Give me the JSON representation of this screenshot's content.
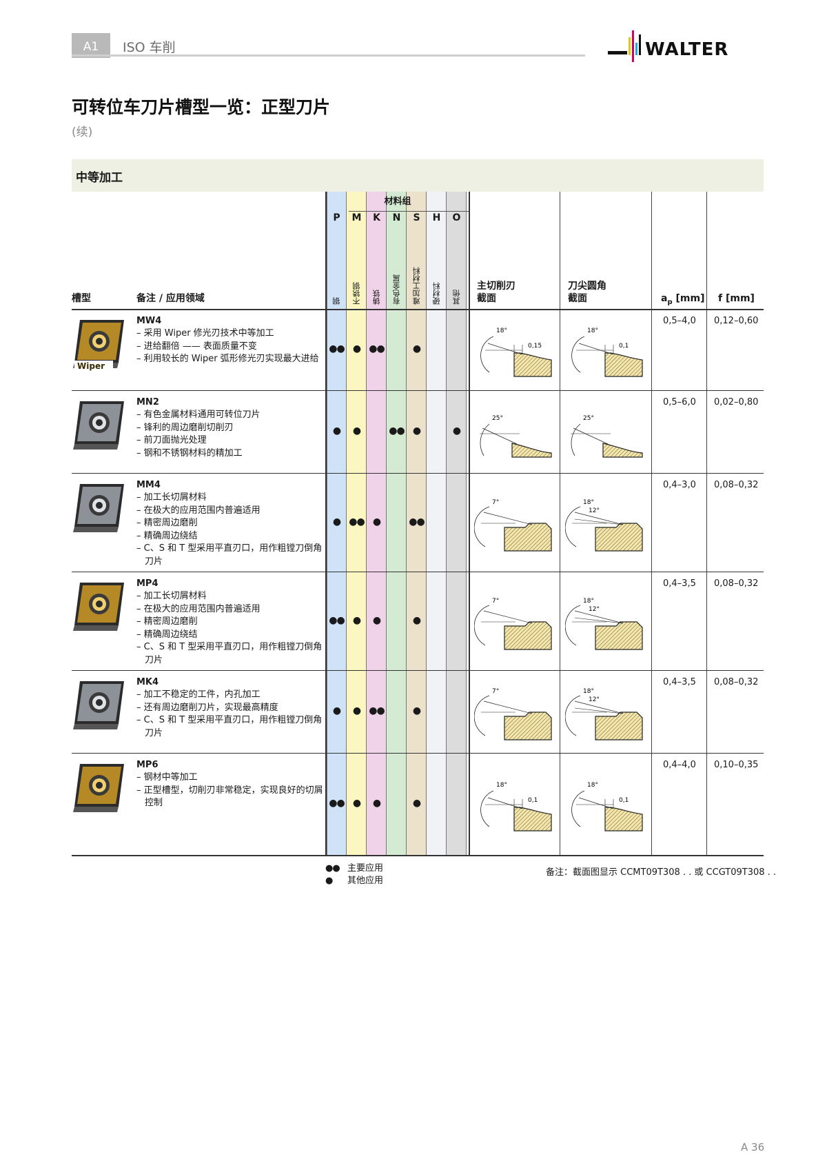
{
  "header": {
    "badge": "A1",
    "title": "ISO 车削",
    "logo_text": "WALTER"
  },
  "page": {
    "title": "可转位车刀片槽型一览：正型刀片",
    "subtitle": "(续)",
    "section": "中等加工",
    "number": "A 36"
  },
  "table": {
    "material_group_label": "材料组",
    "headers": {
      "geometry": "槽型",
      "notes": "备注 / 应用领域",
      "main_edge_1": "主切削刃",
      "main_edge_2": "截面",
      "corner_1": "刀尖圆角",
      "corner_2": "截面",
      "ap_main": "a",
      "ap_sub": "p",
      "ap_unit": " [mm]",
      "f": "f [mm]"
    },
    "materials": [
      {
        "letter": "P",
        "name": "钢",
        "color": "#cfe2f7"
      },
      {
        "letter": "M",
        "name": "不锈钢",
        "color": "#fbf6c2"
      },
      {
        "letter": "K",
        "name": "铸铁",
        "color": "#f0d3e8"
      },
      {
        "letter": "N",
        "name": "有色金属",
        "color": "#d5ead3"
      },
      {
        "letter": "S",
        "name": "难加工材料",
        "color": "#ece2cc"
      },
      {
        "letter": "H",
        "name": "硬材料",
        "color": "#f0f2f5"
      },
      {
        "letter": "O",
        "name": "其他",
        "color": "#dcdcdc"
      }
    ],
    "rows": [
      {
        "code": "MW4",
        "notes": [
          "– 采用 Wiper 修光刃技术中等加工",
          "– 进给翻倍 —— 表面质量不变",
          "– 利用较长的 Wiper 弧形修光刃实现最大进给"
        ],
        "apps": [
          "●●",
          "●",
          "●●",
          "",
          "●",
          "",
          ""
        ],
        "ap": "0,5–4,0",
        "f": "0,12–0,60",
        "insert_label": "Wiper",
        "main_angle": "18°",
        "main_val": "0,15",
        "corner_angle": "18°",
        "corner_val": "0,1"
      },
      {
        "code": "MN2",
        "notes": [
          "– 有色金属材料通用可转位刀片",
          "– 锋利的周边磨削切削刃",
          "– 前刀面抛光处理",
          "– 钢和不锈钢材料的精加工"
        ],
        "apps": [
          "●",
          "●",
          "",
          "●●",
          "●",
          "",
          "●"
        ],
        "ap": "0,5–6,0",
        "f": "0,02–0,80",
        "main_angle": "25°",
        "corner_angle": "25°"
      },
      {
        "code": "MM4",
        "notes": [
          "– 加工长切屑材料",
          "– 在极大的应用范围内普遍适用",
          "– 精密周边磨削",
          "– 精确周边绕结",
          "– C、S 和 T 型采用平直刃口，用作粗镗刀倒角刀片"
        ],
        "apps": [
          "●",
          "●●",
          "●",
          "",
          "●●",
          "",
          ""
        ],
        "ap": "0,4–3,0",
        "f": "0,08–0,32",
        "main_angle": "7°",
        "corner_angle": "18°",
        "corner_angle2": "12°"
      },
      {
        "code": "MP4",
        "notes": [
          "– 加工长切屑材料",
          "– 在极大的应用范围内普遍适用",
          "– 精密周边磨削",
          "– 精确周边绕结",
          "– C、S 和 T 型采用平直刃口，用作粗镗刀倒角刀片"
        ],
        "apps": [
          "●●",
          "●",
          "●",
          "",
          "●",
          "",
          ""
        ],
        "ap": "0,4–3,5",
        "f": "0,08–0,32",
        "main_angle": "7°",
        "corner_angle": "18°",
        "corner_angle2": "12°"
      },
      {
        "code": "MK4",
        "notes": [
          "– 加工不稳定的工件，内孔加工",
          "– 还有周边磨削刀片，实现最高精度",
          "– C、S 和 T 型采用平直刃口，用作粗镗刀倒角刀片"
        ],
        "apps": [
          "●",
          "●",
          "●●",
          "",
          "●",
          "",
          ""
        ],
        "ap": "0,4–3,5",
        "f": "0,08–0,32",
        "main_angle": "7°",
        "corner_angle": "18°",
        "corner_angle2": "12°"
      },
      {
        "code": "MP6",
        "notes": [
          "– 钢材中等加工",
          "– 正型槽型，切削刃非常稳定，实现良好的切屑控制"
        ],
        "apps": [
          "●●",
          "●",
          "●",
          "",
          "●",
          "",
          ""
        ],
        "ap": "0,4–4,0",
        "f": "0,10–0,35",
        "main_angle": "18°",
        "main_val": "0,1",
        "corner_angle": "18°",
        "corner_val": "0,1"
      }
    ]
  },
  "legend": [
    {
      "symbol": "●●",
      "label": "主要应用"
    },
    {
      "symbol": "●",
      "label": "其他应用"
    }
  ],
  "remark": "备注：截面图显示 CCMT09T308 . . 或 CCGT09T308 . ."
}
